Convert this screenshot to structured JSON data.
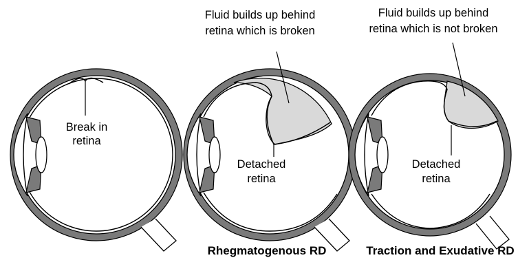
{
  "diagram": {
    "eye1": {
      "break_label": [
        "Break in",
        "retina"
      ]
    },
    "eye2": {
      "fluid_label": [
        "Fluid builds up behind",
        "retina which is broken"
      ],
      "detached_label": [
        "Detached",
        "retina"
      ],
      "caption": "Rhegmatogenous RD"
    },
    "eye3": {
      "fluid_label": [
        "Fluid builds up behind",
        "retina which is not broken"
      ],
      "detached_label": [
        "Detached",
        "retina"
      ],
      "caption": "Traction and Exudative RD"
    }
  }
}
